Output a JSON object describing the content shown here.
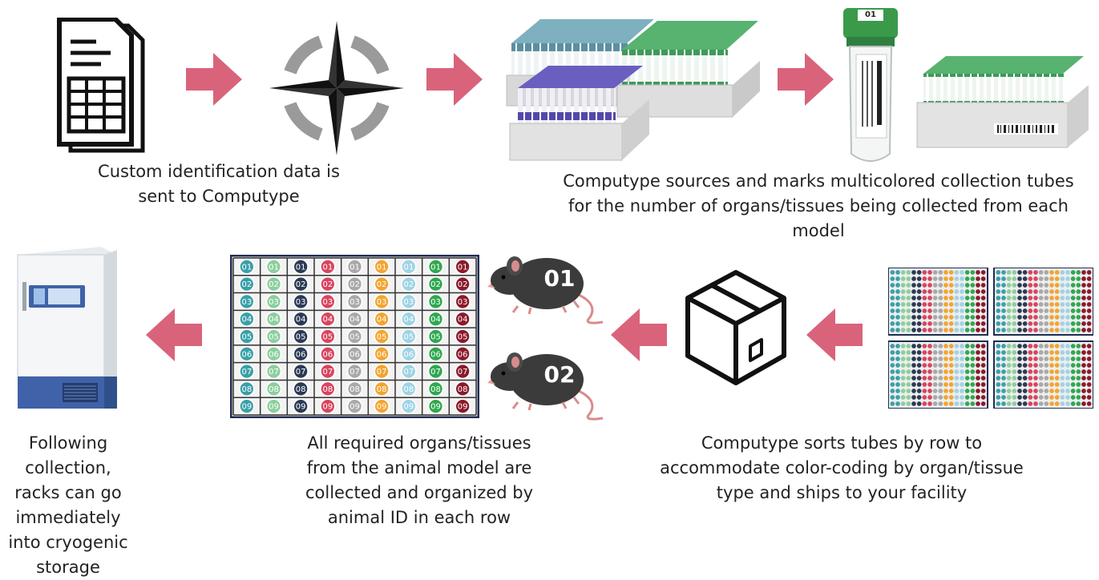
{
  "captions": {
    "step1": "Custom identification data is sent to Computype",
    "step2": "Computype sources and marks multicolored collection tubes for the number of organs/tissues being collected from each model",
    "step3": "Computype sorts tubes by row to accommodate color-coding by organ/tissue type and ships to your facility",
    "step4": "All required organs/tissues from the animal model are collected and organized by animal ID in each row",
    "step5": "Following collection, racks can go immediately into cryogenic storage"
  },
  "mice": [
    {
      "id": "01"
    },
    {
      "id": "02"
    }
  ],
  "tube": {
    "cap_label": "01"
  },
  "rack": {
    "row_labels": [
      "01",
      "02",
      "03",
      "04",
      "05",
      "06",
      "07",
      "08",
      "09"
    ],
    "column_colors": [
      "#3aa0a8",
      "#8ccf9c",
      "#2b3a55",
      "#d9455f",
      "#a9a9a9",
      "#f2a531",
      "#9fd3e6",
      "#2fa84f",
      "#8b1a2b"
    ]
  },
  "colors": {
    "arrow": "#d9637a",
    "rack_border": "#1f2d52",
    "mouse": "#3b3b3b",
    "freezer_blue": "#3f62a8"
  }
}
